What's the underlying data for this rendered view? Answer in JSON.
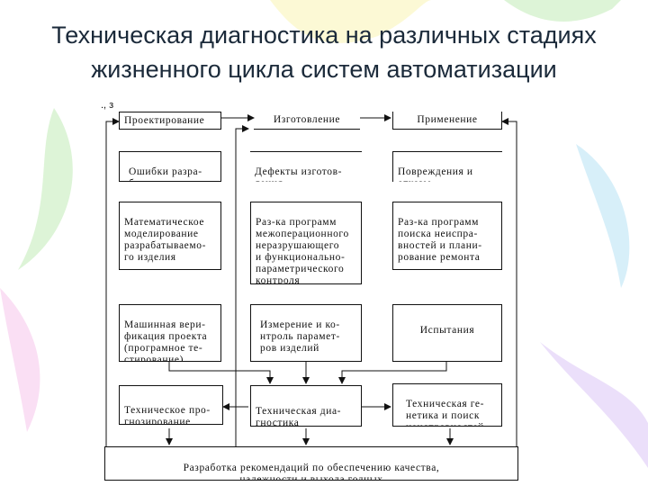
{
  "title": {
    "line1": "Техническая диагностика на различных стадиях",
    "line2": "жизненного цикла систем автоматизации"
  },
  "corner_marks": "., з",
  "stages": {
    "design": "Проектирование",
    "manufacture": "Изготовление",
    "use": "Применение"
  },
  "row2": {
    "design": "Ошибки разра-\nботки",
    "manufacture": "Дефекты изготов-\nления",
    "use": "Повреждения и\nотказы"
  },
  "row3": {
    "design": "Математическое\nмоделирование\nразрабатываемо-\nго изделия",
    "manufacture": "Раз-ка программ\nмежоперационного\nнеразрушающего\nи функционально-\nпараметрического\nконтроля",
    "use": "Раз-ка программ\nпоиска неиспра-\nвностей и плани-\nрование ремонта"
  },
  "row4": {
    "design": "Машинная вери-\nфикация проекта\n(програмное те-\nстирование)",
    "manufacture": "Измерение и ко-\nнтроль парамет-\nров изделий",
    "use": "Испытания"
  },
  "row5": {
    "design": "Техническое про-\nгнозирование",
    "manufacture": "Техническая диа-\nгностика",
    "use": "Техническая ге-\nнетика и поиск\nнеисправностей"
  },
  "bottom": "Разработка рекомендаций по обеспечению качества,\nнадежности и выхода годных",
  "colors": {
    "line": "#111111",
    "title": "#1b2a3a",
    "bg_yellow": "#f7f08a",
    "bg_green": "#9fe08f",
    "bg_blue": "#8fd3f0",
    "bg_pink": "#f2a6e0",
    "bg_violet": "#c8a6f2"
  }
}
